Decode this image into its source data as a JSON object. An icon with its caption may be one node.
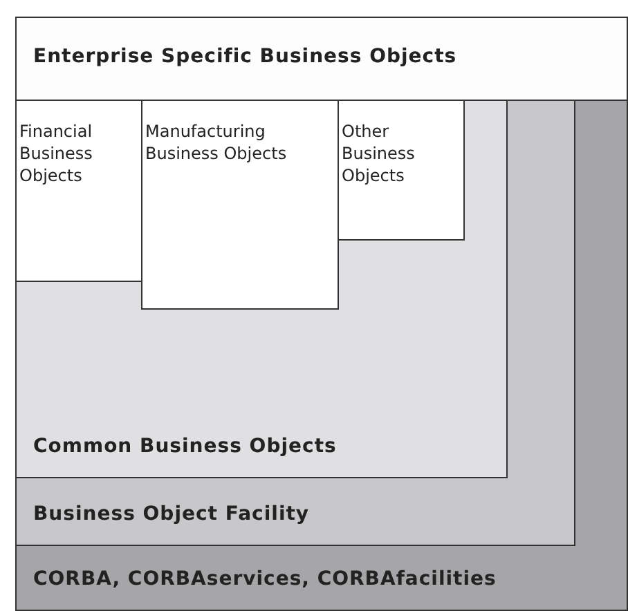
{
  "diagram": {
    "nodes": [
      {
        "text": [
          "Enterprise Specific Business Objects"
        ]
      },
      {
        "text": [
          "CORBA, CORBAservices, CORBAfacilities"
        ]
      },
      {
        "text": [
          "Business Object Facility"
        ],
        "in": 1
      },
      {
        "text": [
          "Common Business Objects"
        ],
        "in": 2
      },
      {
        "text": [
          "Financial Business Objects"
        ],
        "in": 3
      },
      {
        "text": [
          "Manufacturing Business Objects"
        ],
        "in": 3
      },
      {
        "text": [
          "Other Business Objects"
        ],
        "in": 3
      }
    ]
  }
}
